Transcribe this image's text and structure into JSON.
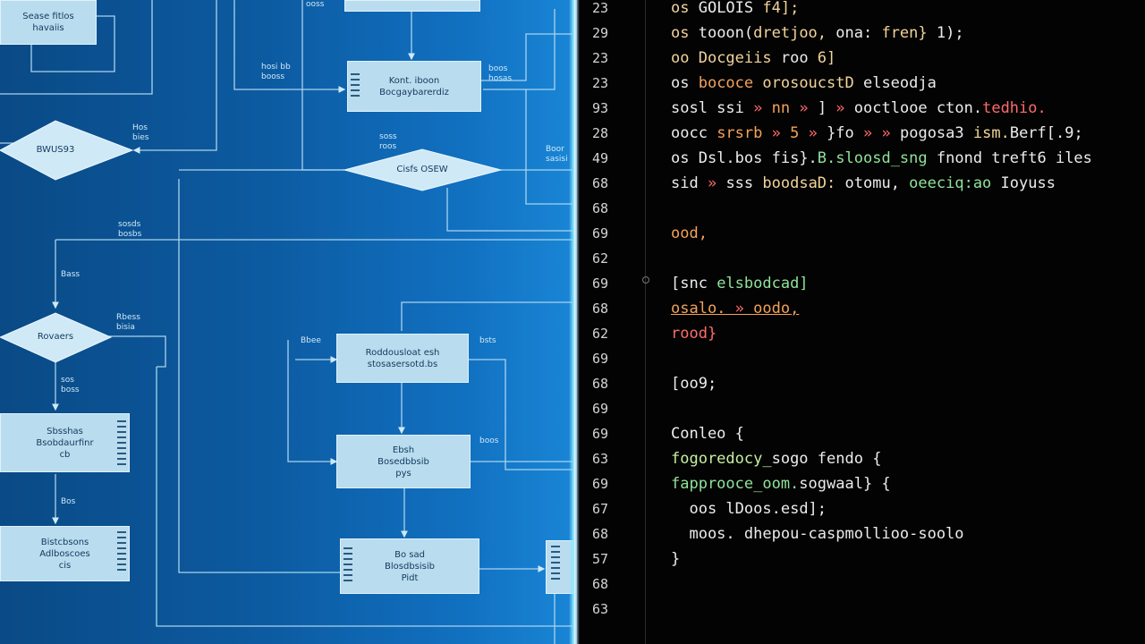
{
  "flowchart": {
    "nodes": [
      {
        "id": "n1",
        "lines": [
          "Sease fitlos",
          "havaiis"
        ]
      },
      {
        "id": "n2",
        "lines": [
          "Kont. iboon",
          "Bocgaybarerdiz"
        ]
      },
      {
        "id": "n3",
        "lines": [
          "Roddousloat esh",
          "stosasersotd.bs"
        ]
      },
      {
        "id": "n4",
        "lines": [
          "Ebsh",
          "Bosedbbsib",
          "pys"
        ]
      },
      {
        "id": "n5",
        "lines": [
          "Bo sad",
          "Blosdbsisib",
          "Pidt"
        ]
      },
      {
        "id": "n6",
        "lines": [
          "Sbsshas",
          "Bsobdaurfinr",
          "cb"
        ]
      },
      {
        "id": "n7",
        "lines": [
          "Bistcbsons",
          "Adlboscoes",
          "cis"
        ]
      }
    ],
    "diamonds": [
      {
        "id": "d1",
        "label": "BWUS93"
      },
      {
        "id": "d2",
        "label": "Cisfs OSEW"
      },
      {
        "id": "d3",
        "label": "Rovaers"
      }
    ],
    "labels": [
      {
        "id": "l1",
        "text": "ooss"
      },
      {
        "id": "l2",
        "text": "hosi bb\nbooss"
      },
      {
        "id": "l3",
        "text": "boos\nhosas"
      },
      {
        "id": "l4",
        "text": "Hos\nbies"
      },
      {
        "id": "l5",
        "text": "soss\nroos"
      },
      {
        "id": "l6",
        "text": "Boor\nsasisi"
      },
      {
        "id": "l7",
        "text": "sosds\nbosbs"
      },
      {
        "id": "l8",
        "text": "Bass"
      },
      {
        "id": "l9",
        "text": "Rbess\nbisia"
      },
      {
        "id": "l10",
        "text": "sos\nboss"
      },
      {
        "id": "l11",
        "text": "Bbee"
      },
      {
        "id": "l12",
        "text": "bsts"
      },
      {
        "id": "l13",
        "text": "boos"
      },
      {
        "id": "l14",
        "text": "Bos"
      }
    ]
  },
  "editor": {
    "line_numbers": [
      "23",
      "29",
      "23",
      "23",
      "93",
      "28",
      "49",
      "68",
      "68",
      "69",
      "62",
      "69",
      "68",
      "62",
      "69",
      "68",
      "69",
      "69",
      "63",
      "69",
      "67",
      "68",
      "57",
      "68",
      "63"
    ],
    "lines": [
      [
        {
          "t": "os ",
          "c": "y"
        },
        {
          "t": "GOLOIS ",
          "c": "w"
        },
        {
          "t": "f4];",
          "c": "y"
        }
      ],
      [
        {
          "t": "os ",
          "c": "y"
        },
        {
          "t": "tooon(",
          "c": "w"
        },
        {
          "t": "dretjoo, ",
          "c": "y"
        },
        {
          "t": "ona: ",
          "c": "w"
        },
        {
          "t": "fren} ",
          "c": "y"
        },
        {
          "t": "1);",
          "c": "w"
        }
      ],
      [
        {
          "t": "oo ",
          "c": "y"
        },
        {
          "t": "Docgeiis ",
          "c": "y"
        },
        {
          "t": "roo ",
          "c": "w"
        },
        {
          "t": "6]",
          "c": "y"
        }
      ],
      [
        {
          "t": "os ",
          "c": "w"
        },
        {
          "t": "bococe ",
          "c": "o"
        },
        {
          "t": "orosoucstD ",
          "c": "y"
        },
        {
          "t": "elseodja",
          "c": "w"
        }
      ],
      [
        {
          "t": "sosl ssi ",
          "c": "w"
        },
        {
          "t": "» ",
          "c": "r"
        },
        {
          "t": "nn ",
          "c": "o"
        },
        {
          "t": "» ",
          "c": "r"
        },
        {
          "t": "] ",
          "c": "w"
        },
        {
          "t": "» ",
          "c": "r"
        },
        {
          "t": "ooctlooe ",
          "c": "w"
        },
        {
          "t": "cton.",
          "c": "w"
        },
        {
          "t": "tedhio.",
          "c": "r"
        }
      ],
      [
        {
          "t": "oocc ",
          "c": "w"
        },
        {
          "t": "srsrb ",
          "c": "o"
        },
        {
          "t": "» ",
          "c": "r"
        },
        {
          "t": "5 ",
          "c": "o"
        },
        {
          "t": "» ",
          "c": "r"
        },
        {
          "t": "}fo ",
          "c": "w"
        },
        {
          "t": "» ",
          "c": "r"
        },
        {
          "t": "» ",
          "c": "r"
        },
        {
          "t": "pogosa3 ",
          "c": "w"
        },
        {
          "t": "ism.",
          "c": "y"
        },
        {
          "t": "Berf[.9;",
          "c": "w"
        }
      ],
      [
        {
          "t": "os ",
          "c": "w"
        },
        {
          "t": "Dsl.bos ",
          "c": "w"
        },
        {
          "t": "fis}.",
          "c": "w"
        },
        {
          "t": "B.",
          "c": "g"
        },
        {
          "t": "sloosd_sng ",
          "c": "g"
        },
        {
          "t": "fnond ",
          "c": "w"
        },
        {
          "t": "treft6 ",
          "c": "w"
        },
        {
          "t": "iles",
          "c": "w"
        }
      ],
      [
        {
          "t": "sid ",
          "c": "w"
        },
        {
          "t": "» ",
          "c": "r"
        },
        {
          "t": "sss ",
          "c": "w"
        },
        {
          "t": "boodsaD: ",
          "c": "y"
        },
        {
          "t": "otomu, ",
          "c": "w"
        },
        {
          "t": "oeeciq:ao ",
          "c": "g"
        },
        {
          "t": "Ioyuss",
          "c": "w"
        }
      ],
      [],
      [
        {
          "t": "ood,",
          "c": "o"
        }
      ],
      [],
      [
        {
          "t": "[snc ",
          "c": "w"
        },
        {
          "t": "elsbodcad]",
          "c": "g"
        }
      ],
      [
        {
          "t": "osalo.",
          "c": "o"
        },
        {
          "t": " » ",
          "c": "r"
        },
        {
          "t": "oodo,",
          "c": "o"
        }
      ],
      [
        {
          "t": "rood}",
          "c": "r"
        }
      ],
      [],
      [
        {
          "t": "[oo9;",
          "c": "w"
        }
      ],
      [],
      [
        {
          "t": "Conleo ",
          "c": "w"
        },
        {
          "t": "{",
          "c": "w"
        }
      ],
      [
        {
          "t": "fogoredocy_",
          "c": "gy"
        },
        {
          "t": "sogo ",
          "c": "w"
        },
        {
          "t": "fendo ",
          "c": "w"
        },
        {
          "t": "{",
          "c": "w"
        }
      ],
      [
        {
          "t": "fapprooce_oom.",
          "c": "g"
        },
        {
          "t": "sogwaal",
          "c": "w"
        },
        {
          "t": "} {",
          "c": "w"
        }
      ],
      [
        {
          "t": "  oos ",
          "c": "w"
        },
        {
          "t": "lDoos.",
          "c": "w"
        },
        {
          "t": "esd];",
          "c": "w"
        }
      ],
      [
        {
          "t": "  moos. ",
          "c": "w"
        },
        {
          "t": "dhepou-caspmollioo-soolo",
          "c": "w"
        }
      ],
      [
        {
          "t": "}",
          "c": "w"
        }
      ],
      [],
      []
    ]
  }
}
